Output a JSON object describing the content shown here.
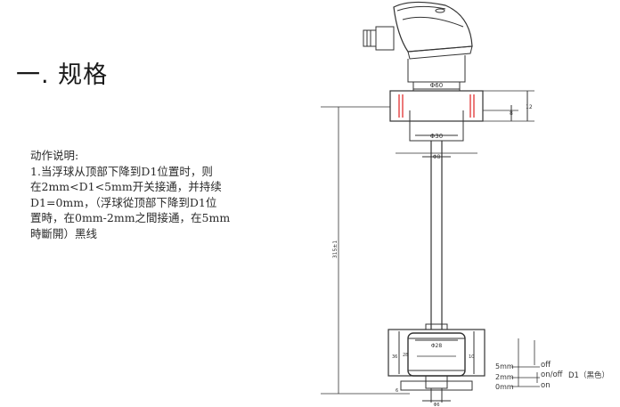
{
  "heading": "一. 规格",
  "description": {
    "title": "动作说明:",
    "lines": [
      "1.当浮球从顶部下降到D1位置时，则",
      "在2mm<D1<5mm开关接通，并持续",
      "D1=0mm，（浮球從顶部下降到D1位",
      "置時，在0mm-2mm之間接通，在5mm",
      "時斷開）黑线"
    ]
  },
  "drawing": {
    "dim_flange": "Φ60",
    "dim_boss": "Φ30",
    "dim_rod": "Φ8",
    "dim_float": "Φ28",
    "dim_length": "315±1",
    "dim_flange_thk": "8",
    "dim_flange_h": "12",
    "dim_float_h": "28",
    "dim_float_total": "36",
    "dim_float_side": "10",
    "dim_bottom": "6",
    "dim_bottom_w": "Φ6",
    "line_color": "#333333",
    "accent_red": "#e02020"
  },
  "switch_diagram": {
    "label_5mm": "5mm",
    "label_2mm": "2mm",
    "label_0mm": "0mm",
    "state_off": "off",
    "state_onoff": "on/off",
    "state_on": "on",
    "d1_label": "D1（黑色）"
  }
}
